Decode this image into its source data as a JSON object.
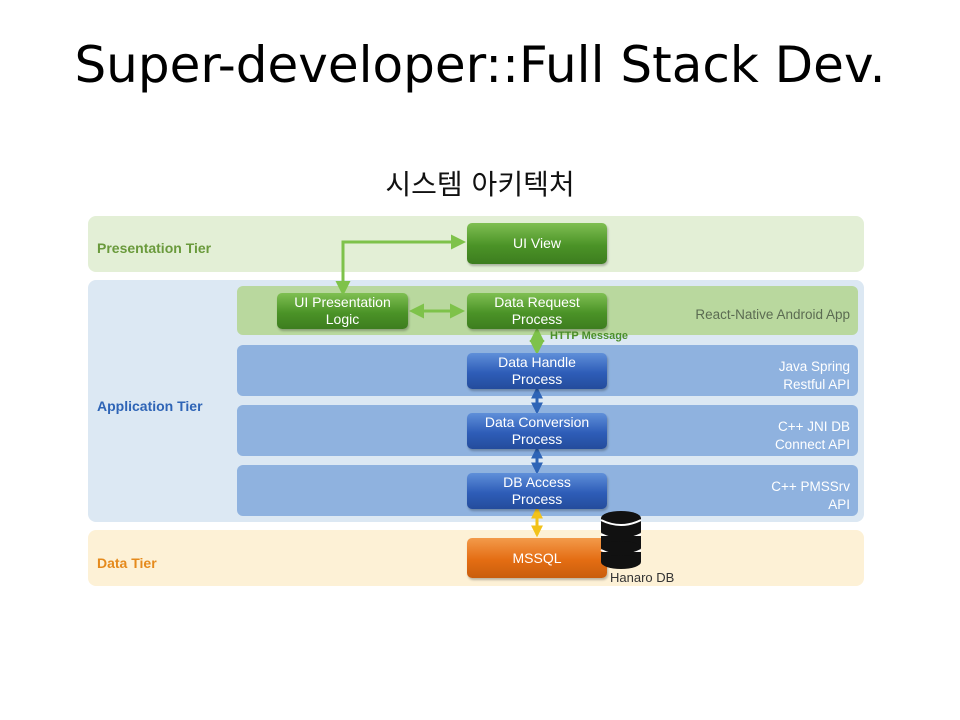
{
  "title": "Super-developer::Full Stack Dev.",
  "subtitle": "시스템 아키텍처",
  "tiers": {
    "presentation": "Presentation Tier",
    "application": "Application Tier",
    "data": "Data Tier"
  },
  "layers": {
    "react_native": "React-Native Android App",
    "java_spring": [
      "Java Spring",
      "Restful API"
    ],
    "cpp_jni": [
      "C++ JNI DB",
      "Connect API"
    ],
    "cpp_pmssrv": [
      "C++ PMSSrv",
      "API"
    ]
  },
  "boxes": {
    "ui_view": [
      "UI View"
    ],
    "ui_presentation_logic": [
      "UI Presentation",
      "Logic"
    ],
    "data_request": [
      "Data Request",
      "Process"
    ],
    "data_handle": [
      "Data Handle",
      "Process"
    ],
    "data_conversion": [
      "Data Conversion",
      "Process"
    ],
    "db_access": [
      "DB Access",
      "Process"
    ],
    "mssql": [
      "MSSQL"
    ]
  },
  "http_message": "HTTP Message",
  "db_caption": "Hanaro DB",
  "colors": {
    "presentation_band": "#e3efd6",
    "application_band": "#dce8f3",
    "data_band": "#fdf1d6",
    "green_layer": "#b9d89e",
    "blue_layer": "#8fb2df",
    "green_arrow": "#7ec24a",
    "blue_arrow": "#2e64b6",
    "gold_arrow": "#f2c21a"
  }
}
